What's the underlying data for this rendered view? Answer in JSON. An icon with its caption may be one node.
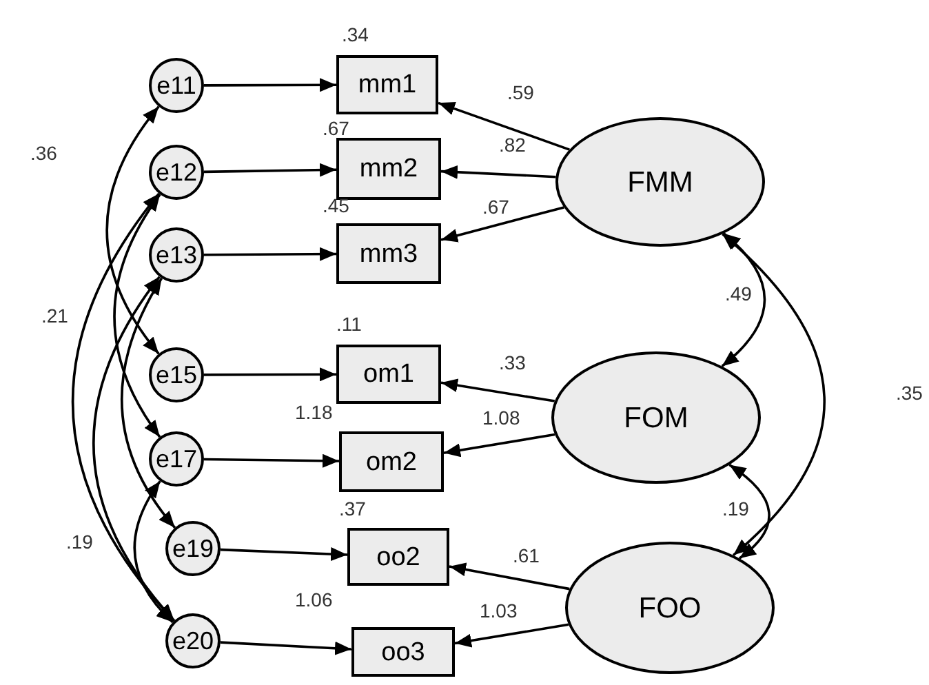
{
  "diagram": {
    "nodes": [
      {
        "text": [
          "e11"
        ]
      },
      {
        "text": [
          "e12"
        ]
      },
      {
        "text": [
          "e13"
        ]
      },
      {
        "text": [
          "e15"
        ]
      },
      {
        "text": [
          "e17"
        ]
      },
      {
        "text": [
          "e19"
        ]
      },
      {
        "text": [
          "e20"
        ]
      },
      {
        "text": [
          "mm1"
        ],
        "beside": [
          ".34"
        ]
      },
      {
        "text": [
          "mm2"
        ],
        "beside": [
          ".67"
        ]
      },
      {
        "text": [
          "mm3"
        ],
        "beside": [
          ".45"
        ]
      },
      {
        "text": [
          "om1"
        ],
        "beside": [
          ".11"
        ]
      },
      {
        "text": [
          "om2"
        ],
        "beside": [
          "1.18"
        ]
      },
      {
        "text": [
          "oo2"
        ],
        "beside": [
          ".37"
        ]
      },
      {
        "text": [
          "oo3"
        ],
        "beside": [
          "1.06"
        ]
      },
      {
        "text": [
          "FMM"
        ]
      },
      {
        "text": [
          "FOM"
        ]
      },
      {
        "text": [
          "FOO"
        ]
      }
    ],
    "edges": [
      {
        "from": 0,
        "to": 7,
        "arrow": "to"
      },
      {
        "from": 1,
        "to": 8,
        "arrow": "to"
      },
      {
        "from": 2,
        "to": 9,
        "arrow": "to"
      },
      {
        "from": 3,
        "to": 10,
        "arrow": "to"
      },
      {
        "from": 4,
        "to": 11,
        "arrow": "to"
      },
      {
        "from": 5,
        "to": 12,
        "arrow": "to"
      },
      {
        "from": 6,
        "to": 13,
        "arrow": "to"
      },
      {
        "from": 14,
        "to": 7,
        "arrow": "to",
        "label": ".59"
      },
      {
        "from": 14,
        "to": 8,
        "arrow": "to",
        "label": ".82"
      },
      {
        "from": 14,
        "to": 9,
        "arrow": "to",
        "label": ".67"
      },
      {
        "from": 15,
        "to": 10,
        "arrow": "to",
        "label": ".33"
      },
      {
        "from": 15,
        "to": 11,
        "arrow": "to",
        "label": "1.08"
      },
      {
        "from": 16,
        "to": 12,
        "arrow": "to",
        "label": ".61"
      },
      {
        "from": 16,
        "to": 13,
        "arrow": "to",
        "label": "1.03"
      },
      {
        "from": 14,
        "to": 15,
        "arrow": "both",
        "label": ".49"
      },
      {
        "from": 15,
        "to": 16,
        "arrow": "both",
        "label": ".19"
      },
      {
        "from": 14,
        "to": 16,
        "arrow": "both",
        "label": ".35"
      },
      {
        "from": 0,
        "to": 3,
        "arrow": "both",
        "label": ".36"
      },
      {
        "from": 1,
        "to": 6,
        "arrow": "both",
        "label": ".21"
      },
      {
        "from": 2,
        "to": 6,
        "arrow": "both"
      },
      {
        "from": 1,
        "to": 4,
        "arrow": "both"
      },
      {
        "from": 2,
        "to": 5,
        "arrow": "both"
      },
      {
        "from": 4,
        "to": 6,
        "arrow": "both",
        "label": ".19"
      }
    ]
  }
}
